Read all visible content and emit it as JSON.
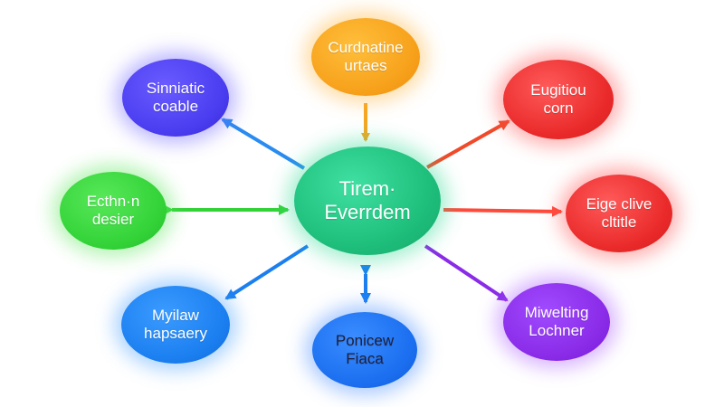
{
  "diagram": {
    "center": {
      "lines": [
        "Tirem·",
        "Everrdem"
      ],
      "color": "#1fbf7c"
    },
    "nodes": [
      {
        "id": "top",
        "lines": [
          "Curdnatine",
          "urtaes"
        ],
        "color": "#f7a11b",
        "arrow_color": "#f5a623"
      },
      {
        "id": "top-right",
        "lines": [
          "Eugitiou",
          "corn"
        ],
        "color": "#ea2a2a",
        "arrow_color": "#f04a2a"
      },
      {
        "id": "right",
        "lines": [
          "Eige clive",
          "cltitle"
        ],
        "color": "#ea2a2a",
        "arrow_color": "#ff4a3a"
      },
      {
        "id": "bottom-right",
        "lines": [
          "Miwelting",
          "Lochner"
        ],
        "color": "#8a2be8",
        "arrow_color": "#8a2be8"
      },
      {
        "id": "bottom",
        "lines": [
          "Ponicew",
          "Fiaca"
        ],
        "color": "#1b6ff0",
        "arrow_color": "#1b7ff0"
      },
      {
        "id": "bottom-left",
        "lines": [
          "Myilaw",
          "hapsaery"
        ],
        "color": "#1b7ff0",
        "arrow_color": "#1b7ff0"
      },
      {
        "id": "left",
        "lines": [
          "Ecthn·n",
          "desier"
        ],
        "color": "#33d338",
        "arrow_color": "#33d338"
      },
      {
        "id": "top-left",
        "lines": [
          "Sinniatic",
          "coable"
        ],
        "color": "#4a3df0",
        "arrow_color": "#2a8bf0"
      }
    ]
  }
}
